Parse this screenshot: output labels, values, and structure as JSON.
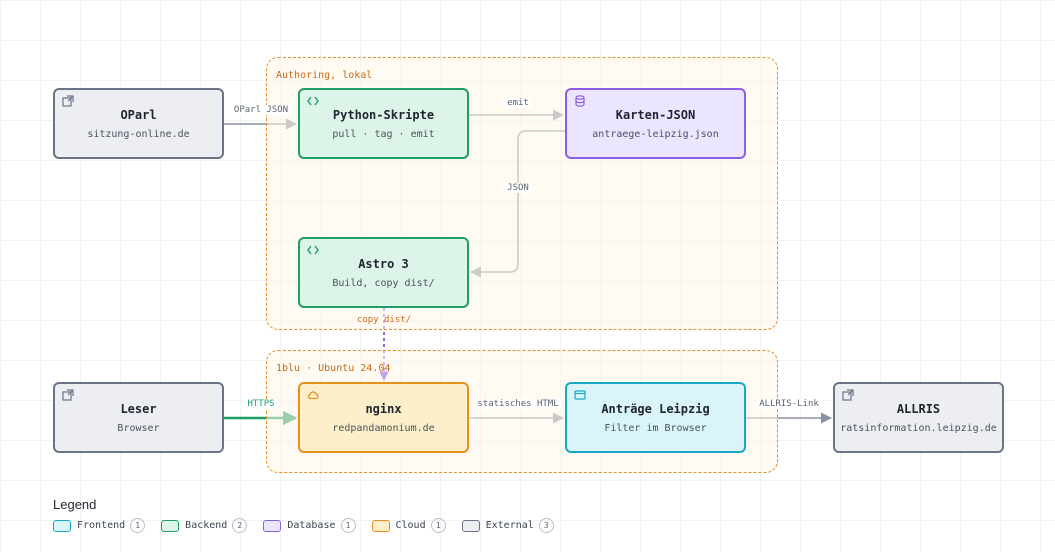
{
  "groups": {
    "authoring": {
      "label": "Authoring, lokal"
    },
    "server": {
      "label": "1blu · Ubuntu 24.04"
    }
  },
  "nodes": {
    "oparl": {
      "title": "OParl",
      "sub": "sitzung-online.de",
      "kind": "External",
      "icon": "external-link-icon"
    },
    "python": {
      "title": "Python-Skripte",
      "sub": "pull · tag · emit",
      "kind": "Backend",
      "icon": "code-icon"
    },
    "karten": {
      "title": "Karten-JSON",
      "sub": "antraege-leipzig.json",
      "kind": "Database",
      "icon": "database-icon"
    },
    "astro": {
      "title": "Astro 3",
      "sub": "Build, copy dist/",
      "kind": "Backend",
      "icon": "code-icon"
    },
    "leser": {
      "title": "Leser",
      "sub": "Browser",
      "kind": "External",
      "icon": "external-link-icon"
    },
    "nginx": {
      "title": "nginx",
      "sub": "redpandamonium.de",
      "kind": "Cloud",
      "icon": "cloud-icon"
    },
    "antraege": {
      "title": "Anträge Leipzig",
      "sub": "Filter im Browser",
      "kind": "Frontend",
      "icon": "browser-window-icon"
    },
    "allris": {
      "title": "ALLRIS",
      "sub": "ratsinformation.leipzig.de",
      "kind": "External",
      "icon": "external-link-icon"
    }
  },
  "edges": {
    "oparl_python": "OParl JSON",
    "python_karten": "emit",
    "karten_astro": "JSON",
    "astro_nginx": "copy dist/",
    "leser_nginx": "HTTPS",
    "nginx_antraege": "statisches HTML",
    "antraege_allris": "ALLRIS-Link"
  },
  "legend": {
    "title": "Legend",
    "items": [
      {
        "label": "Frontend",
        "count": "1"
      },
      {
        "label": "Backend",
        "count": "2"
      },
      {
        "label": "Database",
        "count": "1"
      },
      {
        "label": "Cloud",
        "count": "1"
      },
      {
        "label": "External",
        "count": "3"
      }
    ]
  },
  "colors": {
    "frontend": "#1aa7c4",
    "backend": "#1f9e68",
    "database": "#8a5ee6",
    "cloud": "#e6901e",
    "external": "#6b7487",
    "edge": "#8a92a3",
    "https_edge": "#1f9e68",
    "copy_edge": "#7b3fe4"
  }
}
